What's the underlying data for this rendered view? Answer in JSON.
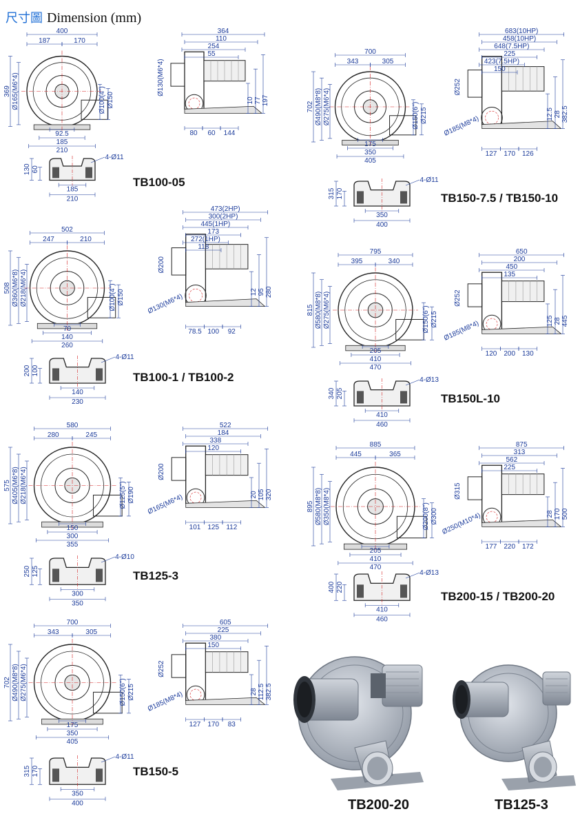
{
  "page": {
    "title_zh": "尺寸圖",
    "title_en": "Dimension (mm)"
  },
  "colors": {
    "dimension": "#1a3a9a",
    "centerline": "#d42020",
    "outline": "#222222",
    "title_accent": "#1f6fd6",
    "housing": "#b7bdc7"
  },
  "models": [
    {
      "id": "tb100-05",
      "label": "TB100-05",
      "front": {
        "top": [
          "400",
          "187",
          "170"
        ],
        "left": [
          "369",
          "Ø165(M6*4)"
        ],
        "right": [
          "Ø100(4\")",
          "Ø150"
        ],
        "bottom": [
          "92.5",
          "185",
          "210"
        ]
      },
      "side": {
        "top": [
          "364",
          "110",
          "254",
          "55"
        ],
        "left": [
          "Ø130(M6*4)"
        ],
        "right": [
          "10",
          "77",
          "197"
        ],
        "bottom": [
          "80",
          "60",
          "144"
        ]
      },
      "base": {
        "hole": "4-Ø11",
        "left": [
          "130",
          "60"
        ],
        "bottom": [
          "185",
          "210"
        ]
      }
    },
    {
      "id": "tb100-1-2",
      "label": "TB100-1 / TB100-2",
      "front": {
        "top": [
          "502",
          "247",
          "210"
        ],
        "left": [
          "508",
          "Ø360(M6*8)",
          "Ø218(M6*4)"
        ],
        "right": [
          "Ø100(4\")",
          "Ø150"
        ],
        "bottom": [
          "70",
          "140",
          "260"
        ]
      },
      "side": {
        "top": [
          "473(2HP)",
          "300(2HP)",
          "445(1HP)",
          "173",
          "272(1HP)",
          "118"
        ],
        "left": [
          "Ø200",
          "Ø130(M6*4)"
        ],
        "right": [
          "12",
          "95",
          "280"
        ],
        "bottom": [
          "78.5",
          "100",
          "92"
        ]
      },
      "base": {
        "hole": "4-Ø11",
        "left": [
          "200",
          "100"
        ],
        "bottom": [
          "140",
          "230"
        ]
      }
    },
    {
      "id": "tb125-3",
      "label": "TB125-3",
      "front": {
        "top": [
          "580",
          "280",
          "245"
        ],
        "left": [
          "575",
          "Ø405(M6*8)",
          "Ø218(M6*4)"
        ],
        "right": [
          "Ø125(5\")",
          "Ø190"
        ],
        "bottom": [
          "150",
          "300",
          "355"
        ]
      },
      "side": {
        "top": [
          "522",
          "184",
          "338",
          "120"
        ],
        "left": [
          "Ø200",
          "Ø165(M6*4)"
        ],
        "right": [
          "20",
          "105",
          "320"
        ],
        "bottom": [
          "101",
          "125",
          "112"
        ]
      },
      "base": {
        "hole": "4-Ø10",
        "left": [
          "250",
          "125"
        ],
        "bottom": [
          "300",
          "350"
        ]
      }
    },
    {
      "id": "tb150-5",
      "label": "TB150-5",
      "front": {
        "top": [
          "700",
          "343",
          "305"
        ],
        "left": [
          "702",
          "Ø490(M8*8)",
          "Ø275(M6*4)"
        ],
        "right": [
          "Ø150(6\")",
          "Ø215"
        ],
        "bottom": [
          "175",
          "350",
          "405"
        ]
      },
      "side": {
        "top": [
          "605",
          "225",
          "380",
          "150"
        ],
        "left": [
          "Ø252",
          "Ø185(M8*4)"
        ],
        "right": [
          "28",
          "112.5",
          "382.5"
        ],
        "bottom": [
          "127",
          "170",
          "83"
        ]
      },
      "base": {
        "hole": "4-Ø11",
        "left": [
          "315",
          "170"
        ],
        "bottom": [
          "350",
          "400"
        ]
      }
    },
    {
      "id": "tb150-7-10",
      "label": "TB150-7.5 / TB150-10",
      "front": {
        "top": [
          "700",
          "343",
          "305"
        ],
        "left": [
          "702",
          "Ø490(M8*8)",
          "Ø275(M6*4)"
        ],
        "right": [
          "Ø150(6\")",
          "Ø215"
        ],
        "bottom": [
          "175",
          "350",
          "405"
        ]
      },
      "side": {
        "top": [
          "683(10HP)",
          "458(10HP)",
          "648(7.5HP)",
          "225",
          "423(7.5HP)",
          "150"
        ],
        "left": [
          "Ø252",
          "Ø185(M8*4)"
        ],
        "right": [
          "12.5",
          "28",
          "382.5"
        ],
        "bottom": [
          "127",
          "170",
          "126"
        ]
      },
      "base": {
        "hole": "4-Ø11",
        "left": [
          "315",
          "170"
        ],
        "bottom": [
          "350",
          "400"
        ]
      }
    },
    {
      "id": "tb150l-10",
      "label": "TB150L-10",
      "front": {
        "top": [
          "795",
          "395",
          "340"
        ],
        "left": [
          "815",
          "Ø580(M8*8)",
          "Ø275(M6*4)"
        ],
        "right": [
          "Ø150(6\")",
          "Ø215"
        ],
        "bottom": [
          "205",
          "410",
          "470"
        ]
      },
      "side": {
        "top": [
          "650",
          "200",
          "450",
          "135"
        ],
        "left": [
          "Ø252",
          "Ø185(M8*4)"
        ],
        "right": [
          "125",
          "28",
          "445"
        ],
        "bottom": [
          "120",
          "200",
          "130"
        ]
      },
      "base": {
        "hole": "4-Ø13",
        "left": [
          "340",
          "205"
        ],
        "bottom": [
          "410",
          "460"
        ]
      }
    },
    {
      "id": "tb200-15-20",
      "label": "TB200-15 / TB200-20",
      "front": {
        "top": [
          "885",
          "445",
          "365"
        ],
        "left": [
          "895",
          "Ø580(M8*8)",
          "Ø350(M8*4)"
        ],
        "right": [
          "Ø200(8\")",
          "Ø300"
        ],
        "bottom": [
          "205",
          "410",
          "470"
        ]
      },
      "side": {
        "top": [
          "875",
          "313",
          "562",
          "225"
        ],
        "left": [
          "Ø315",
          "Ø250(M10*4)"
        ],
        "right": [
          "28",
          "170",
          "500"
        ],
        "bottom": [
          "177",
          "220",
          "172"
        ]
      },
      "base": {
        "hole": "4-Ø13",
        "left": [
          "400",
          "220"
        ],
        "bottom": [
          "410",
          "460"
        ]
      }
    }
  ],
  "photos": [
    {
      "id": "photo-tb200-20",
      "label": "TB200-20"
    },
    {
      "id": "photo-tb125-3",
      "label": "TB125-3"
    }
  ]
}
